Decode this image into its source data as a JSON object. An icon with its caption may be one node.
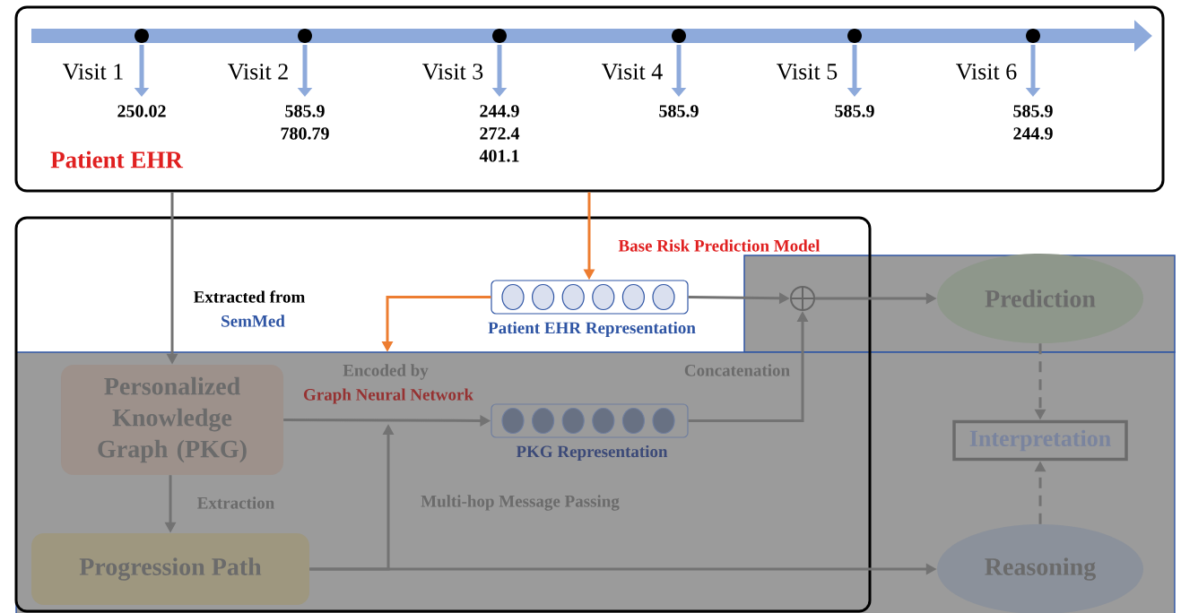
{
  "diagram": {
    "nodes": [
      {
        "text": [
          "Patient EHR"
        ]
      },
      {
        "text": [
          "Base Risk Prediction Model"
        ]
      },
      {
        "text": [
          "Patient EHR Representation"
        ],
        "in": 1
      },
      {
        "text": [
          "PKG Representation"
        ],
        "in": 1
      },
      {
        "text": [
          "Personalized Knowledge Graph (PKG)"
        ],
        "in": 1
      },
      {
        "text": [
          "Progression Path"
        ],
        "in": 1
      },
      {
        "text": [],
        "shape": "circle",
        "in": 1
      },
      {
        "text": [
          "Prediction"
        ]
      },
      {
        "text": [
          "Interpretation"
        ]
      },
      {
        "text": [
          "Reasoning"
        ]
      }
    ],
    "edges": [
      {
        "from": 0,
        "to": 4,
        "arrow": "to",
        "label": "Extracted from"
      },
      {
        "from": 0,
        "to": 2,
        "arrow": "to",
        "color": "#ed7d31"
      },
      {
        "from": 2,
        "to": null,
        "arrow": "to",
        "color": "#ed7d31"
      },
      {
        "from": 2,
        "to": 6,
        "arrow": "to"
      },
      {
        "from": 3,
        "to": 6,
        "arrow": "to",
        "label": "Concatenation"
      },
      {
        "from": 6,
        "to": 7,
        "arrow": "to"
      },
      {
        "from": 4,
        "to": 3,
        "arrow": "to",
        "label": "Encoded by"
      },
      {
        "from": 4,
        "to": 5,
        "arrow": "to",
        "label": "Extraction"
      },
      {
        "from": 5,
        "to": 9,
        "arrow": "to"
      },
      {
        "from": 5,
        "to": null,
        "arrow": "to",
        "label": "Multi-hop Message Passing"
      },
      {
        "from": 7,
        "to": 8,
        "arrow": "to",
        "style": "dashed"
      },
      {
        "from": 9,
        "to": 8,
        "arrow": "to",
        "style": "dashed"
      }
    ],
    "labels": [
      "Visit 1",
      "Visit 2",
      "Visit 3",
      "Visit 4",
      "Visit 5",
      "Visit 6",
      "250.02",
      "585.9 780.79",
      "244.9 272.4 401.1",
      "585.9",
      "585.9",
      "585.9 244.9",
      "SemMed",
      "Graph Neural Network"
    ]
  }
}
